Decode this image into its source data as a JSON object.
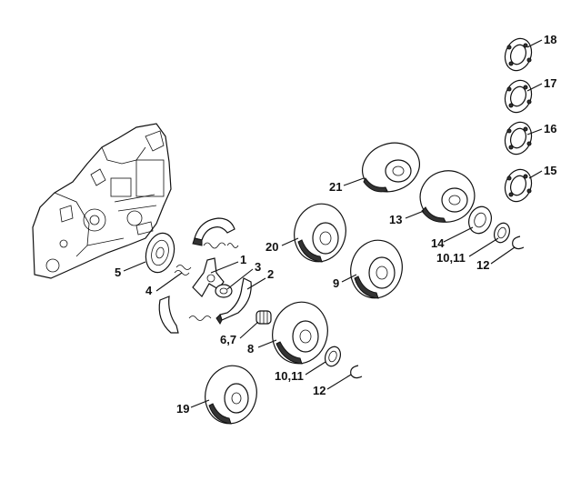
{
  "diagram": {
    "callouts": [
      {
        "id": "c18",
        "text": "18"
      },
      {
        "id": "c17",
        "text": "17"
      },
      {
        "id": "c16",
        "text": "16"
      },
      {
        "id": "c15",
        "text": "15"
      },
      {
        "id": "c21",
        "text": "21"
      },
      {
        "id": "c13",
        "text": "13"
      },
      {
        "id": "c14",
        "text": "14"
      },
      {
        "id": "c1011a",
        "text": "10,11"
      },
      {
        "id": "c12a",
        "text": "12"
      },
      {
        "id": "c20",
        "text": "20"
      },
      {
        "id": "c9",
        "text": "9"
      },
      {
        "id": "c5",
        "text": "5"
      },
      {
        "id": "c1",
        "text": "1"
      },
      {
        "id": "c3",
        "text": "3"
      },
      {
        "id": "c2",
        "text": "2"
      },
      {
        "id": "c4",
        "text": "4"
      },
      {
        "id": "c67",
        "text": "6,7"
      },
      {
        "id": "c8",
        "text": "8"
      },
      {
        "id": "c1011b",
        "text": "10,11"
      },
      {
        "id": "c12b",
        "text": "12"
      },
      {
        "id": "c19",
        "text": "19"
      }
    ]
  }
}
